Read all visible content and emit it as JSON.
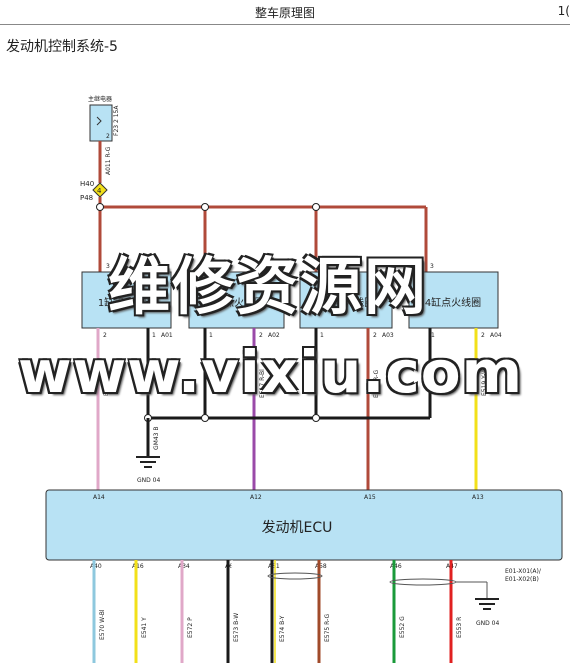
{
  "header": {
    "title": "整车原理图",
    "page": "1("
  },
  "section_title": "发动机控制系统-5",
  "fuse": {
    "label": "主继电器",
    "id": "F23 2 15A",
    "pin": "2",
    "wire": "A011 R-G"
  },
  "connector": {
    "h": "H40",
    "p": "P48",
    "pin": "4"
  },
  "coils": [
    {
      "label": "1缸点火线圈",
      "pin3": "3",
      "pin2": "2",
      "pin1": "1",
      "conn": "A01"
    },
    {
      "label": "2缸点火线圈",
      "pin3": "3",
      "pin2": "2",
      "pin1": "1",
      "conn": "A02"
    },
    {
      "label": "3缸点火线圈",
      "pin3": "3",
      "pin2": "2",
      "pin1": "1",
      "conn": "A03"
    },
    {
      "label": "4缸点火线圈",
      "pin3": "3",
      "pin2": "2",
      "pin1": "1",
      "conn": "A04"
    }
  ],
  "coil_wires": [
    "E516 P-B",
    "E517 R-Bl",
    "E518 R-G",
    "E519 Y-W"
  ],
  "ground_top": {
    "wire": "GM43 B",
    "label": "GND 04"
  },
  "ecu": {
    "label": "发动机ECU",
    "top_pins": [
      "A14",
      "A12",
      "A15",
      "A13"
    ],
    "bottom_pins": [
      "A40",
      "A16",
      "A34",
      "A6",
      "A61",
      "A58",
      "A46",
      "A47"
    ],
    "connector_ids": [
      "E01-X01(A)/",
      "E01-X02(B)"
    ]
  },
  "bottom_wires": [
    "E570 W-Bl",
    "E541 Y",
    "E572 P",
    "E573 B-W",
    "E574 B-Y",
    "E575 R-G",
    "E552 G",
    "E553 R"
  ],
  "ground_bottom": {
    "label": "GND 04"
  },
  "watermark": {
    "line1": "维修资源网",
    "line2": "www.vixiu.com"
  },
  "colors": {
    "power_wire": "#b04a3a",
    "black_wire": "#1a1a1a",
    "pink_wire": "#e0a8c8",
    "purple_wire": "#9a4aa8",
    "yellow_wire": "#f2e01a",
    "blue_wire": "#8ec8de",
    "green_wire": "#1a9a3a",
    "red_wire": "#e02020",
    "brown_wire": "#a04a2a",
    "box_fill": "#b8e2f4"
  }
}
